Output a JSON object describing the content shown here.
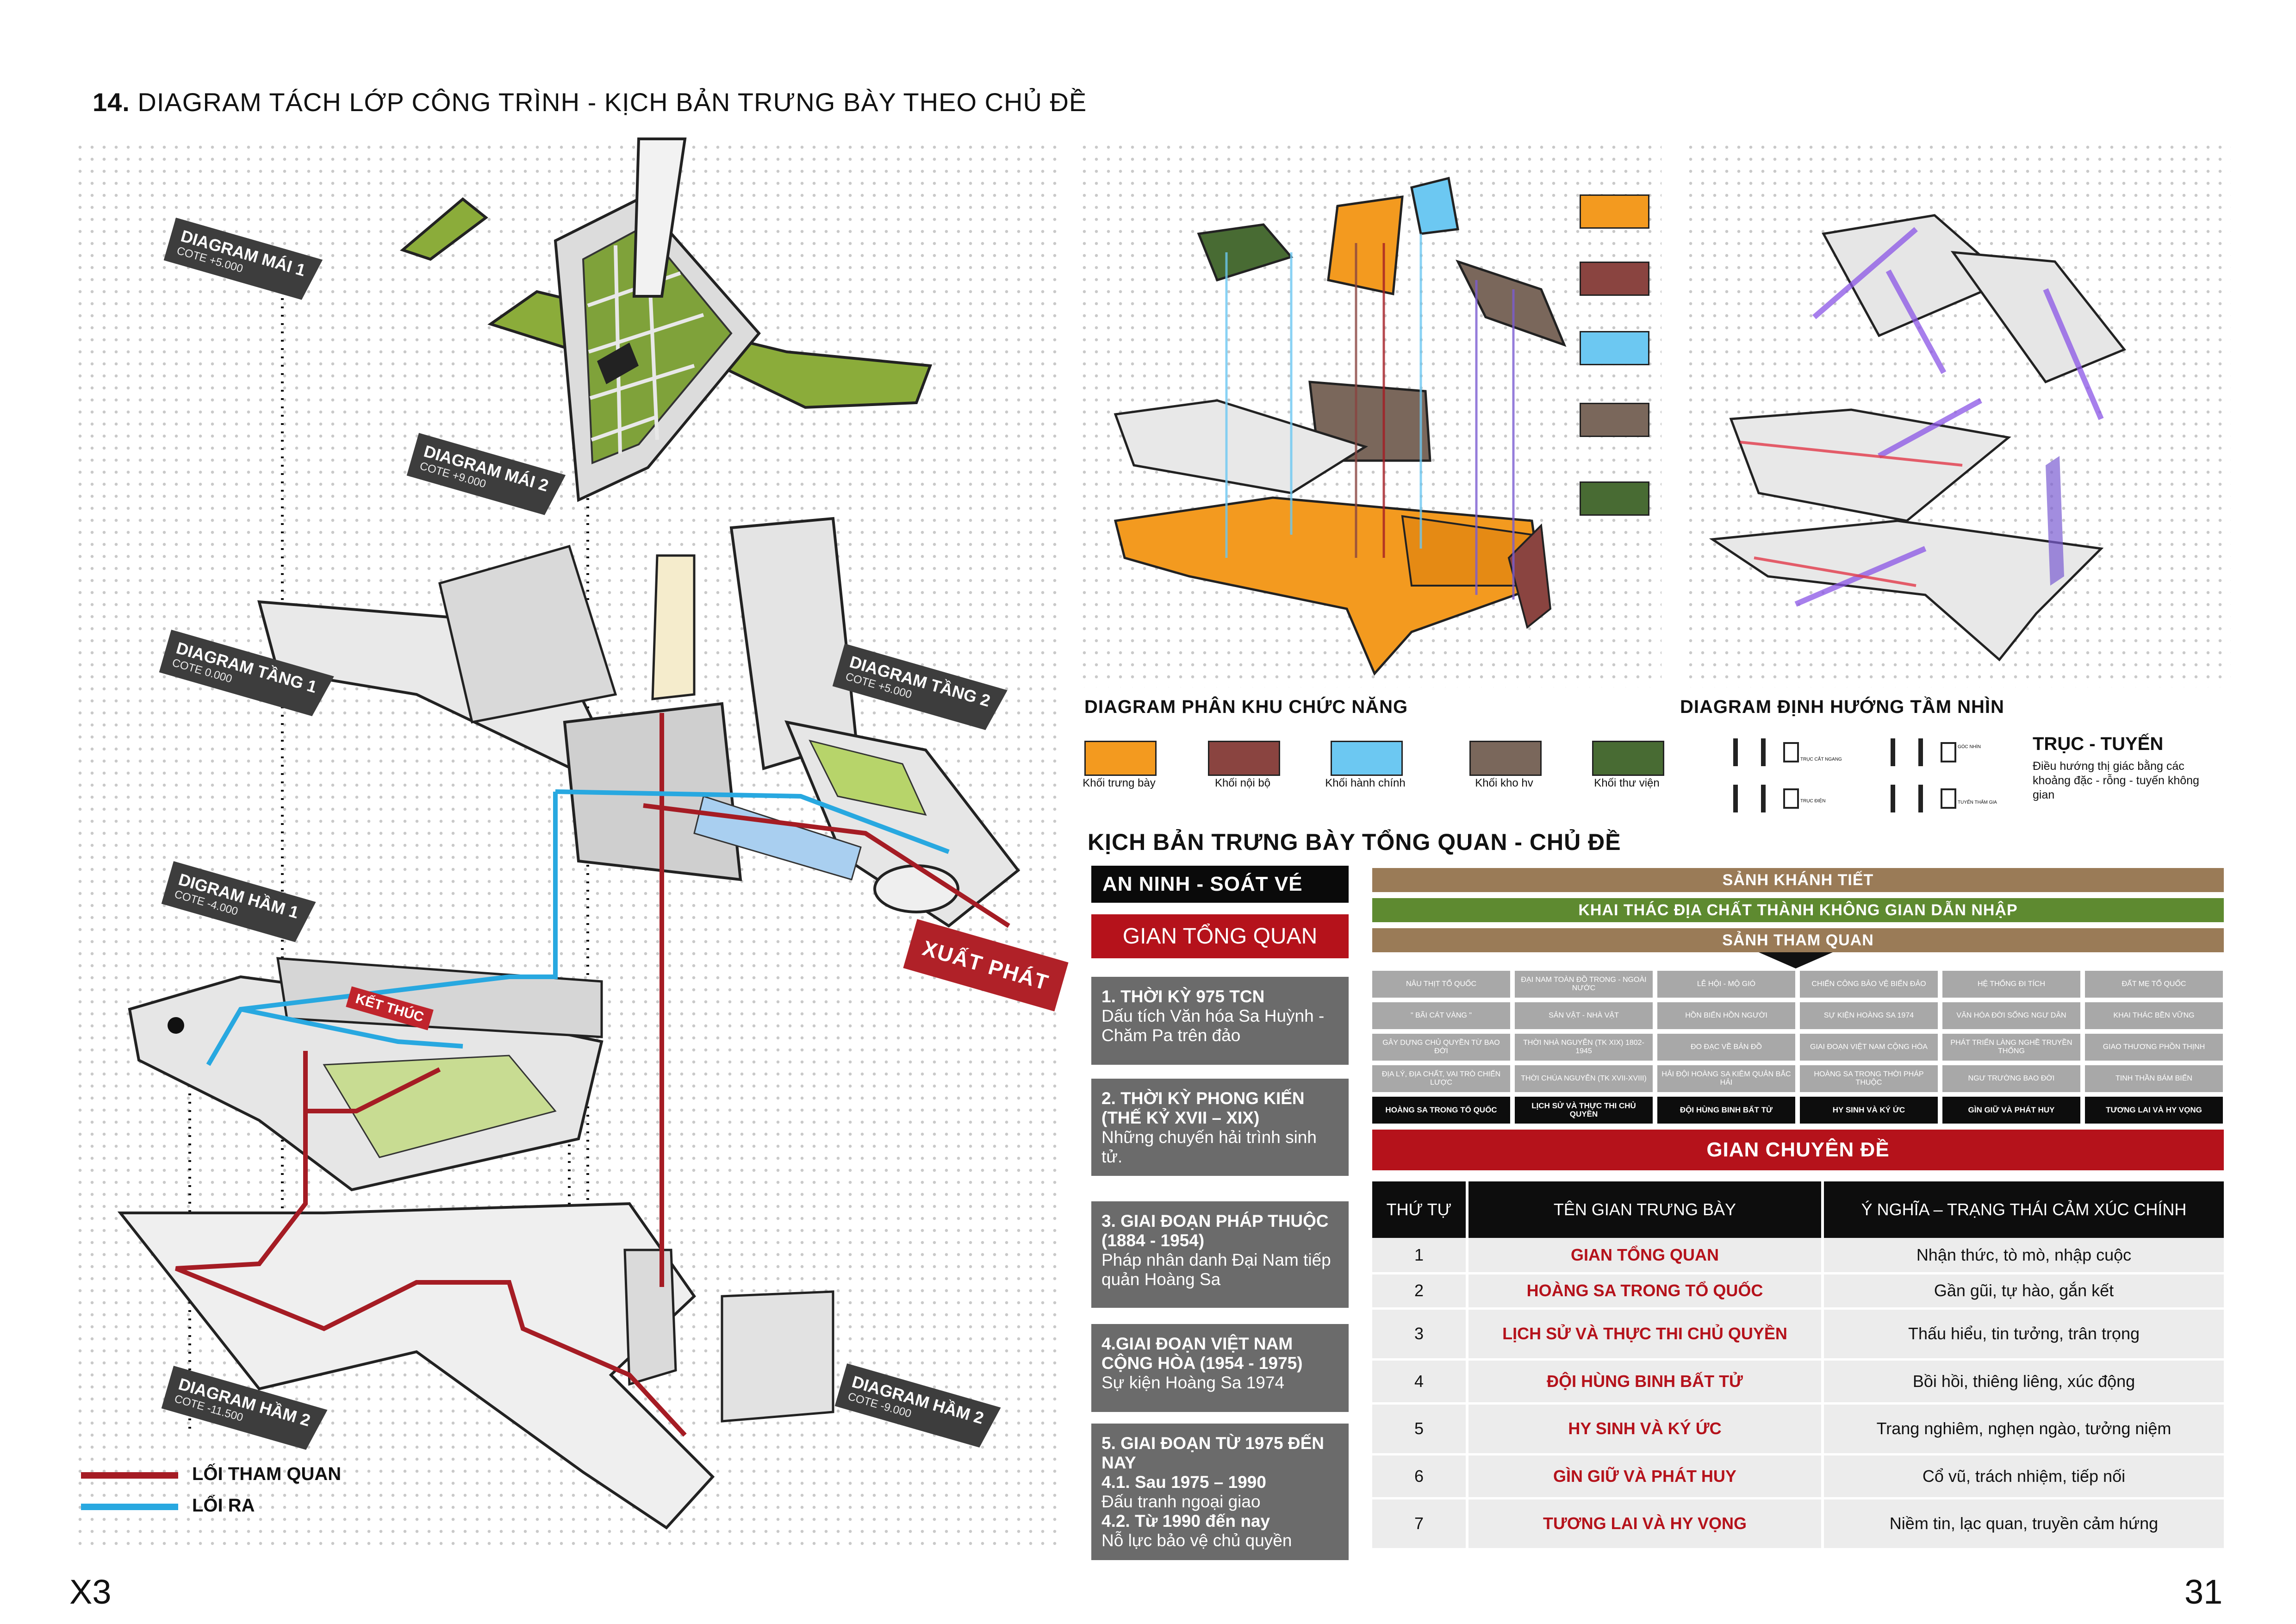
{
  "page": {
    "title_number": "14.",
    "title": "DIAGRAM TÁCH LỚP CÔNG TRÌNH - KỊCH BẢN TRƯNG BÀY THEO CHỦ ĐỀ",
    "footer_left": "X3",
    "footer_right": "31"
  },
  "colors": {
    "route_visit": "#a51c24",
    "route_exit": "#28a8e0",
    "roof_green": "#8bac3a",
    "accent_red": "#b5121b"
  },
  "layers": [
    {
      "title": "DIAGRAM MÁI 1",
      "cote": "COTE +5.000"
    },
    {
      "title": "DIAGRAM MÁI 2",
      "cote": "COTE +9.000"
    },
    {
      "title": "DIAGRAM TẦNG 1",
      "cote": "COTE 0.000"
    },
    {
      "title": "DIAGRAM TẦNG 2",
      "cote": "COTE +5.000"
    },
    {
      "title": "DIGRAM HẦM 1",
      "cote": "COTE -4.000"
    },
    {
      "title": "DIAGRAM HẦM 2",
      "cote": "COTE -11.500"
    },
    {
      "title": "DIAGRAM HẦM 2",
      "cote": "COTE -9.000"
    }
  ],
  "markers": {
    "start": "XUẤT PHÁT",
    "end": "KẾT THÚC"
  },
  "route_legend": [
    {
      "label": "LỐI THAM QUAN",
      "color": "#a51c24"
    },
    {
      "label": "LỐI RA",
      "color": "#28a8e0"
    }
  ],
  "function_diagram": {
    "title": "DIAGRAM PHÂN KHU CHỨC NĂNG",
    "zones": [
      {
        "label": "Khối trưng bày",
        "color": "#f39a1f"
      },
      {
        "label": "Khối nội bộ",
        "color": "#8a4440"
      },
      {
        "label": "Khối hành chính",
        "color": "#6cc8f2"
      },
      {
        "label": "Khối kho hv",
        "color": "#7a675b"
      },
      {
        "label": "Khối thư viện",
        "color": "#486b33"
      }
    ]
  },
  "vision_diagram": {
    "title": "DIAGRAM ĐỊNH HƯỚNG TẦM NHÌN",
    "axis_title": "TRỤC - TUYẾN",
    "axis_desc": "Điều hướng thị giác bằng các khoảng đặc - rỗng - tuyến không gian",
    "icons": [
      "TRỤC CẮT NGANG",
      "GÓC NHÌN",
      "TRỤC ĐIỆN",
      "TUYẾN THẨM GIA"
    ]
  },
  "scenario": {
    "title": "KỊCH BẢN TRƯNG BÀY TỔNG QUAN - CHỦ ĐỀ",
    "security": "AN NINH - SOÁT VÉ",
    "overview": "GIAN TỔNG QUAN",
    "periods": [
      {
        "title": "1. THỜI KỲ 975 TCN",
        "body": "Dấu tích Văn hóa Sa Huỳnh - Chăm Pa trên đảo"
      },
      {
        "title": "2. THỜI KỲ PHONG KIẾN (THẾ KỶ XVII – XIX)",
        "body": "Những chuyến hải trình sinh tử."
      },
      {
        "title": "3. GIAI ĐOẠN PHÁP THUỘC (1884 - 1954)",
        "body": "Pháp nhân danh Đại Nam tiếp quản Hoàng Sa"
      },
      {
        "title": "4.GIAI ĐOẠN VIỆT NAM CỘNG HÒA (1954 - 1975)",
        "body": "Sự kiện Hoàng Sa 1974"
      },
      {
        "title": "5. GIAI ĐOẠN TỪ 1975 ĐẾN NAY",
        "body": "4.1. Sau 1975 – 1990|Đấu tranh ngoại giao|4.2. Từ 1990 đến nay|Nỗ lực bảo vệ chủ quyền"
      }
    ],
    "bars": [
      {
        "label": "SẢNH KHÁNH TIẾT",
        "color": "#9a7b57"
      },
      {
        "label": "KHAI THÁC ĐỊA CHẤT THÀNH KHÔNG GIAN DẪN NHẬP",
        "color": "#5e8a30"
      },
      {
        "label": "SẢNH THAM QUAN",
        "color": "#9a7b57"
      }
    ],
    "grid": [
      [
        "NÂU THỊT TỔ QUỐC",
        "ĐẠI NAM TOÀN ĐỒ TRONG - NGOÀI NƯỚC",
        "LỄ HỘI - MỘ GIÓ",
        "CHIẾN CÔNG BẢO VỆ BIỂN ĐẢO",
        "HỆ THỐNG ĐI TÍCH",
        "ĐẤT MẸ TỔ QUỐC"
      ],
      [
        "\" BÃI CÁT VÀNG \"",
        "SẢN VẬT - NHÀ VẬT",
        "HỒN BIỂN HỒN NGƯỜI",
        "SỰ KIỆN HOÀNG SA 1974",
        "VĂN HÓA ĐỜI SỐNG NGƯ DÂN",
        "KHAI THÁC BỀN VỮNG"
      ],
      [
        "GÂY DỰNG CHỦ QUYỀN TỪ BAO ĐỜI",
        "THỜI NHÀ NGUYỄN (TK XIX) 1802-1945",
        "ĐO ĐẠC VỀ BẢN ĐỒ",
        "GIAI ĐOẠN VIỆT NAM CỘNG HÒA",
        "PHÁT TRIỂN LÀNG NGHỀ TRUYỀN THỐNG",
        "GIAO THƯƠNG PHỒN THỊNH"
      ],
      [
        "ĐỊA LÝ, ĐỊA CHẤT, VAI TRÒ CHIẾN LƯỢC",
        "THỜI CHÚA NGUYỄN (TK XVII-XVIII)",
        "HẢI ĐỘI HOÀNG SA KIÊM QUẢN BẮC HẢI",
        "HOÀNG SA TRONG THỜI PHÁP THUỘC",
        "NGƯ TRƯỜNG BAO ĐỜI",
        "TINH THẦN BÁM BIỂN"
      ],
      [
        "HOÀNG SA TRONG TỔ QUỐC",
        "LỊCH SỬ VÀ THỰC THI CHỦ QUYỀN",
        "ĐỘI HÙNG BINH BẤT TỬ",
        "HY SINH VÀ KÝ ỨC",
        "GÌN GIỮ VÀ PHÁT HUY",
        "TƯƠNG LAI VÀ HY VỌNG"
      ]
    ],
    "special_hall": "GIAN CHUYÊN ĐỀ",
    "table": {
      "headers": [
        "THỨ TỰ",
        "TÊN GIAN TRƯNG BÀY",
        "Ý NGHĨA – TRẠNG THÁI CẢM XÚC CHÍNH"
      ],
      "rows": [
        [
          "1",
          "GIAN TỔNG QUAN",
          "Nhận thức, tò mò, nhập cuộc"
        ],
        [
          "2",
          "HOÀNG SA TRONG TỔ QUỐC",
          "Gần gũi, tự hào, gắn kết"
        ],
        [
          "3",
          "LỊCH SỬ VÀ THỰC THI CHỦ QUYỀN",
          "Thấu hiểu, tin tưởng, trân trọng"
        ],
        [
          "4",
          "ĐỘI HÙNG BINH BẤT TỬ",
          "Bồi hồi, thiêng liêng, xúc động"
        ],
        [
          "5",
          "HY SINH VÀ KÝ ỨC",
          "Trang nghiêm, nghẹn ngào, tưởng niệm"
        ],
        [
          "6",
          "GÌN GIỮ VÀ PHÁT HUY",
          "Cổ vũ, trách nhiệm, tiếp nối"
        ],
        [
          "7",
          "TƯƠNG LAI VÀ HY VỌNG",
          "Niềm tin, lạc quan, truyền cảm hứng"
        ]
      ]
    }
  }
}
